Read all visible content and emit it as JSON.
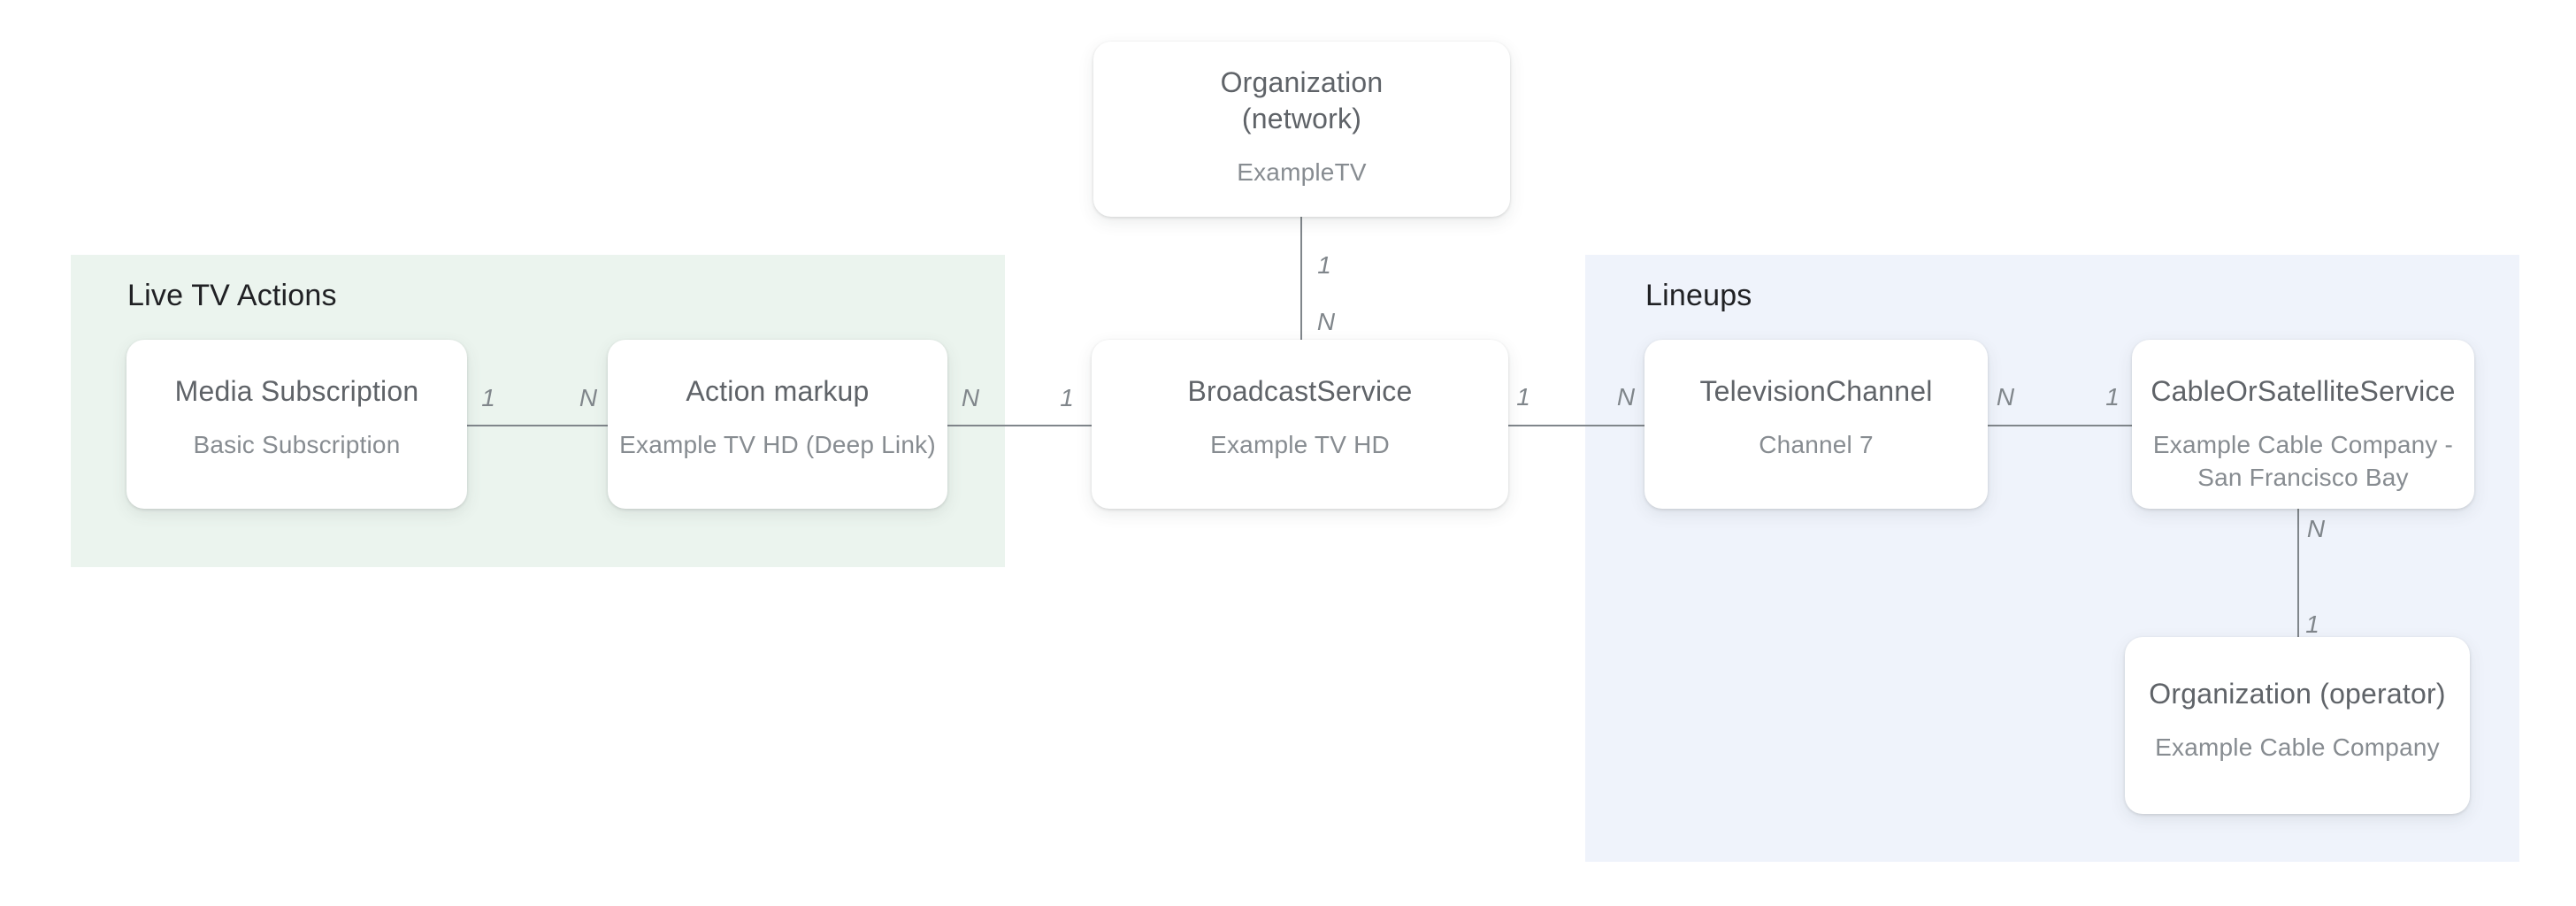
{
  "colors": {
    "background": "#ffffff",
    "live_tv_panel_bg": "#ebf4ee",
    "lineups_panel_bg": "#eff3fb",
    "box_bg": "#ffffff",
    "title_text": "#5f6368",
    "subtitle_text": "#878c91",
    "header_text": "#202124",
    "connector": "#80868b",
    "cardinality_text": "#80868b"
  },
  "groups": {
    "live_tv_actions": {
      "label": "Live TV Actions"
    },
    "lineups": {
      "label": "Lineups"
    }
  },
  "entities": {
    "organization_network": {
      "title": "Organization\n(network)",
      "subtitle": "ExampleTV"
    },
    "media_subscription": {
      "title": "Media Subscription",
      "subtitle": "Basic Subscription"
    },
    "action_markup": {
      "title": "Action markup",
      "subtitle": "Example TV HD (Deep Link)"
    },
    "broadcast_service": {
      "title": "BroadcastService",
      "subtitle": "Example TV HD"
    },
    "television_channel": {
      "title": "TelevisionChannel",
      "subtitle": "Channel 7"
    },
    "cable_or_satellite_service": {
      "title": "CableOrSatelliteService",
      "subtitle": "Example Cable Company -\nSan Francisco Bay"
    },
    "organization_operator": {
      "title": "Organization (operator)",
      "subtitle": "Example Cable Company"
    }
  },
  "cardinalities": {
    "network_to_broadcast": {
      "from": "1",
      "to": "N"
    },
    "media_to_action": {
      "from": "1",
      "to": "N"
    },
    "action_to_broadcast": {
      "from": "N",
      "to": "1"
    },
    "broadcast_to_channel": {
      "from": "1",
      "to": "N"
    },
    "channel_to_cable": {
      "from": "N",
      "to": "1"
    },
    "cable_to_operator": {
      "from": "N",
      "to": "1"
    }
  }
}
